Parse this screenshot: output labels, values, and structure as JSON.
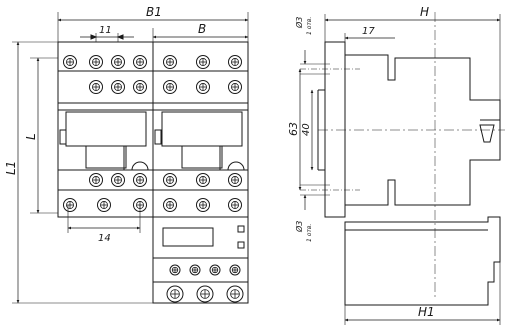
{
  "drawing": {
    "front_view": {
      "dim_b1": "B1",
      "dim_b": "B",
      "dim_l": "L",
      "dim_l1": "L1",
      "dim_11": "11",
      "dim_14": "14"
    },
    "side_view": {
      "dim_h": "H",
      "dim_h1": "H1",
      "dim_17": "17",
      "dim_63": "63",
      "dim_40": "40",
      "hole_top_diameter": "Ø3",
      "hole_top_note": "1 отв.",
      "hole_bottom_diameter": "Ø3",
      "hole_bottom_note": "1 отв."
    }
  },
  "colors": {
    "line": "#1a1a1a",
    "fill": "#ffffff"
  }
}
